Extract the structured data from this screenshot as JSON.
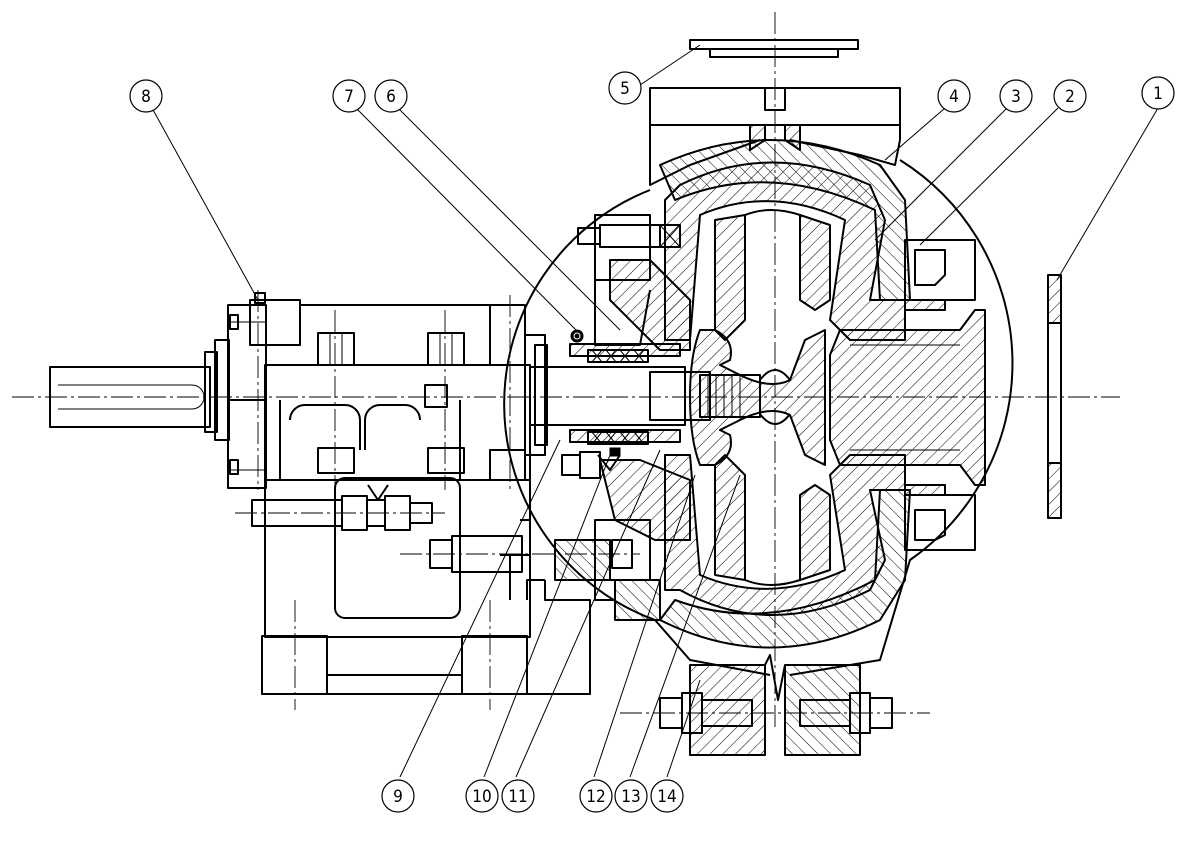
{
  "diagram": {
    "colors": {
      "line": "#000000",
      "background": "#ffffff"
    },
    "part_balloons": [
      {
        "id": "part-1",
        "label": "1"
      },
      {
        "id": "part-2",
        "label": "2"
      },
      {
        "id": "part-3",
        "label": "3"
      },
      {
        "id": "part-4",
        "label": "4"
      },
      {
        "id": "part-5",
        "label": "5"
      },
      {
        "id": "part-6",
        "label": "6"
      },
      {
        "id": "part-7",
        "label": "7"
      },
      {
        "id": "part-8",
        "label": "8"
      },
      {
        "id": "part-9",
        "label": "9"
      },
      {
        "id": "part-10",
        "label": "10"
      },
      {
        "id": "part-11",
        "label": "11"
      },
      {
        "id": "part-12",
        "label": "12"
      },
      {
        "id": "part-13",
        "label": "13"
      },
      {
        "id": "part-14",
        "label": "14"
      }
    ]
  }
}
